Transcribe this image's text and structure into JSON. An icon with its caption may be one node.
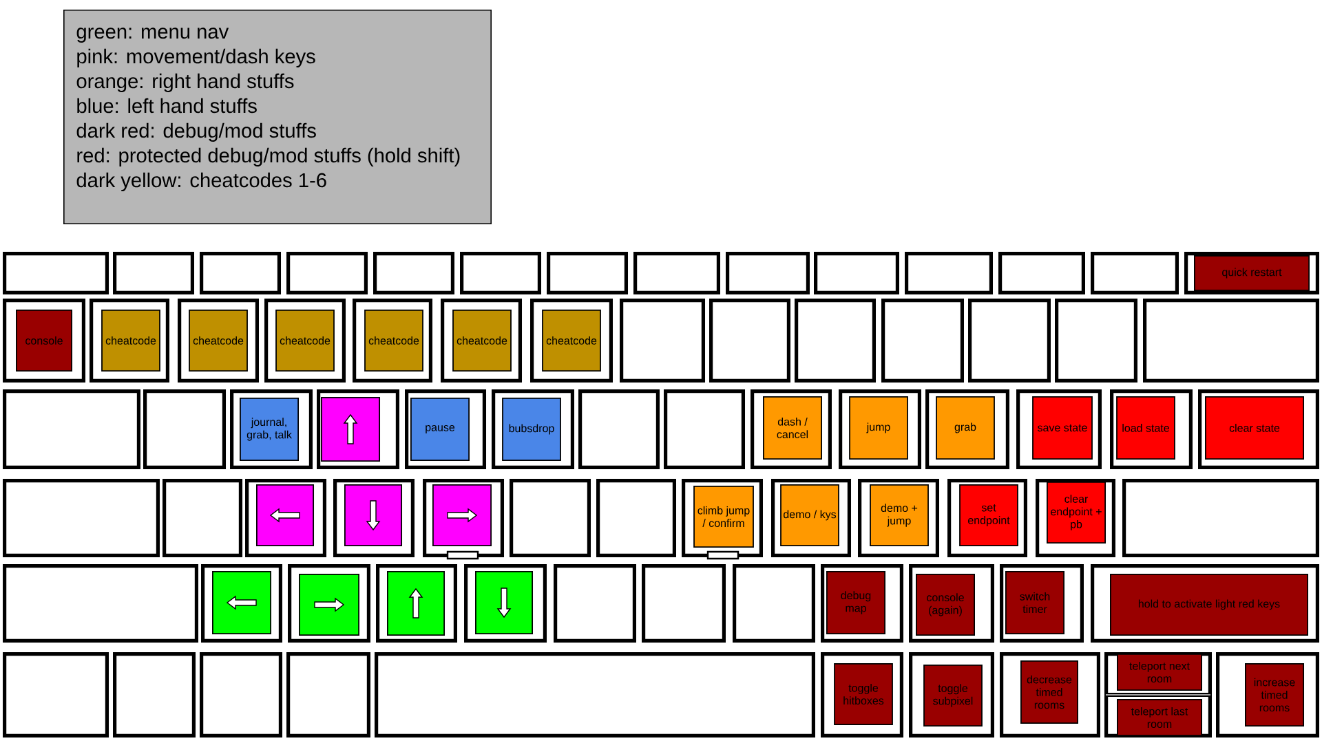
{
  "diagram": {
    "nodes": [
      {
        "text": [
          "green: menu nav",
          "pink: movement/dash keys",
          "orange: right hand stuffs",
          "blue: left hand stuffs",
          "dark red: debug/mod stuffs",
          "red: protected debug/mod stuffs (hold shift)",
          "dark yellow: cheatcodes 1-6"
        ]
      },
      {
        "text": [],
        "shape": "box"
      },
      {
        "text": [],
        "shape": "box"
      },
      {
        "text": [],
        "shape": "box"
      },
      {
        "text": [],
        "shape": "box"
      },
      {
        "text": [],
        "shape": "box"
      },
      {
        "text": [],
        "shape": "box"
      },
      {
        "text": [],
        "shape": "box"
      },
      {
        "text": [],
        "shape": "box"
      },
      {
        "text": [],
        "shape": "box"
      },
      {
        "text": [],
        "shape": "box"
      },
      {
        "text": [],
        "shape": "box"
      },
      {
        "text": [],
        "shape": "box"
      },
      {
        "text": [],
        "shape": "box"
      },
      {
        "text": [],
        "shape": "box"
      },
      {
        "text": [
          "quick restart"
        ],
        "in": 14
      },
      {
        "text": [],
        "shape": "box"
      },
      {
        "text": [
          "console"
        ],
        "in": 16
      },
      {
        "text": [],
        "shape": "box"
      },
      {
        "text": [
          "cheatcode"
        ],
        "in": 18
      },
      {
        "text": [],
        "shape": "box"
      },
      {
        "text": [
          "cheatcode"
        ],
        "in": 20
      },
      {
        "text": [],
        "shape": "box"
      },
      {
        "text": [
          "cheatcode"
        ],
        "in": 22
      },
      {
        "text": [],
        "shape": "box"
      },
      {
        "text": [
          "cheatcode"
        ],
        "in": 24
      },
      {
        "text": [],
        "shape": "box"
      },
      {
        "text": [
          "cheatcode"
        ],
        "in": 26
      },
      {
        "text": [],
        "shape": "box"
      },
      {
        "text": [
          "cheatcode"
        ],
        "in": 28
      },
      {
        "text": [],
        "shape": "box"
      },
      {
        "text": [],
        "shape": "box"
      },
      {
        "text": [],
        "shape": "box"
      },
      {
        "text": [],
        "shape": "box"
      },
      {
        "text": [],
        "shape": "box"
      },
      {
        "text": [],
        "shape": "box"
      },
      {
        "text": [],
        "shape": "box"
      },
      {
        "text": [],
        "shape": "box"
      },
      {
        "text": [],
        "shape": "box"
      },
      {
        "text": [],
        "shape": "box"
      },
      {
        "text": [
          "journal, grab, talk"
        ],
        "in": 39
      },
      {
        "text": [],
        "shape": "box"
      },
      {
        "text": [],
        "shape": "box",
        "in": 41
      },
      {
        "text": [],
        "shape": "box"
      },
      {
        "text": [
          "pause"
        ],
        "in": 43
      },
      {
        "text": [],
        "shape": "box"
      },
      {
        "text": [
          "bubsdrop"
        ],
        "in": 45
      },
      {
        "text": [],
        "shape": "box"
      },
      {
        "text": [],
        "shape": "box"
      },
      {
        "text": [],
        "shape": "box"
      },
      {
        "text": [
          "dash / cancel"
        ],
        "in": 49
      },
      {
        "text": [],
        "shape": "box"
      },
      {
        "text": [
          "jump"
        ],
        "in": 51
      },
      {
        "text": [],
        "shape": "box"
      },
      {
        "text": [
          "grab"
        ],
        "in": 53
      },
      {
        "text": [],
        "shape": "box"
      },
      {
        "text": [
          "save state"
        ],
        "in": 55
      },
      {
        "text": [],
        "shape": "box"
      },
      {
        "text": [
          "load state"
        ],
        "in": 57
      },
      {
        "text": [],
        "shape": "box"
      },
      {
        "text": [
          "clear state"
        ],
        "in": 59
      },
      {
        "text": [],
        "shape": "box"
      },
      {
        "text": [],
        "shape": "box"
      },
      {
        "text": [],
        "shape": "box"
      },
      {
        "text": [],
        "shape": "box",
        "in": 63
      },
      {
        "text": [],
        "shape": "box"
      },
      {
        "text": [],
        "shape": "box",
        "in": 65
      },
      {
        "text": [],
        "shape": "box"
      },
      {
        "text": [],
        "shape": "box",
        "in": 67
      },
      {
        "text": [],
        "shape": "box"
      },
      {
        "text": [],
        "shape": "box"
      },
      {
        "text": [],
        "shape": "box"
      },
      {
        "text": [
          "climb jump / confirm"
        ],
        "in": 71
      },
      {
        "text": [],
        "shape": "box"
      },
      {
        "text": [
          "demo / kys"
        ],
        "in": 73
      },
      {
        "text": [],
        "shape": "box"
      },
      {
        "text": [
          "demo + jump"
        ],
        "in": 75
      },
      {
        "text": [],
        "shape": "box"
      },
      {
        "text": [
          "set endpoint"
        ],
        "in": 77
      },
      {
        "text": [],
        "shape": "box"
      },
      {
        "text": [
          "clear endpoint + pb"
        ],
        "in": 79
      },
      {
        "text": [],
        "shape": "box"
      },
      {
        "text": [],
        "shape": "box"
      },
      {
        "text": [],
        "shape": "box"
      },
      {
        "text": [],
        "shape": "box",
        "in": 83
      },
      {
        "text": [],
        "shape": "box"
      },
      {
        "text": [],
        "shape": "box",
        "in": 85
      },
      {
        "text": [],
        "shape": "box"
      },
      {
        "text": [],
        "shape": "box",
        "in": 87
      },
      {
        "text": [],
        "shape": "box"
      },
      {
        "text": [],
        "shape": "box",
        "in": 89
      },
      {
        "text": [],
        "shape": "box"
      },
      {
        "text": [],
        "shape": "box"
      },
      {
        "text": [],
        "shape": "box"
      },
      {
        "text": [],
        "shape": "box"
      },
      {
        "text": [
          "debug map"
        ],
        "in": 94
      },
      {
        "text": [],
        "shape": "box"
      },
      {
        "text": [
          "console (again)"
        ],
        "in": 96
      },
      {
        "text": [],
        "shape": "box"
      },
      {
        "text": [
          "switch timer"
        ],
        "in": 98
      },
      {
        "text": [],
        "shape": "box"
      },
      {
        "text": [
          "hold to activate light red keys"
        ],
        "in": 100
      },
      {
        "text": [],
        "shape": "box"
      },
      {
        "text": [],
        "shape": "box"
      },
      {
        "text": [],
        "shape": "box"
      },
      {
        "text": [],
        "shape": "box"
      },
      {
        "text": [],
        "shape": "box"
      },
      {
        "text": [],
        "shape": "box"
      },
      {
        "text": [
          "toggle hitboxes"
        ],
        "in": 107
      },
      {
        "text": [],
        "shape": "box"
      },
      {
        "text": [
          "toggle subpixel"
        ],
        "in": 109
      },
      {
        "text": [],
        "shape": "box"
      },
      {
        "text": [
          "decrease timed rooms"
        ],
        "in": 111
      },
      {
        "text": [],
        "shape": "box"
      },
      {
        "text": [
          "teleport next room"
        ],
        "in": 113
      },
      {
        "text": [
          "teleport last room"
        ],
        "in": 113
      },
      {
        "text": [],
        "shape": "box"
      },
      {
        "text": [
          "increase timed rooms"
        ],
        "in": 116
      }
    ]
  }
}
